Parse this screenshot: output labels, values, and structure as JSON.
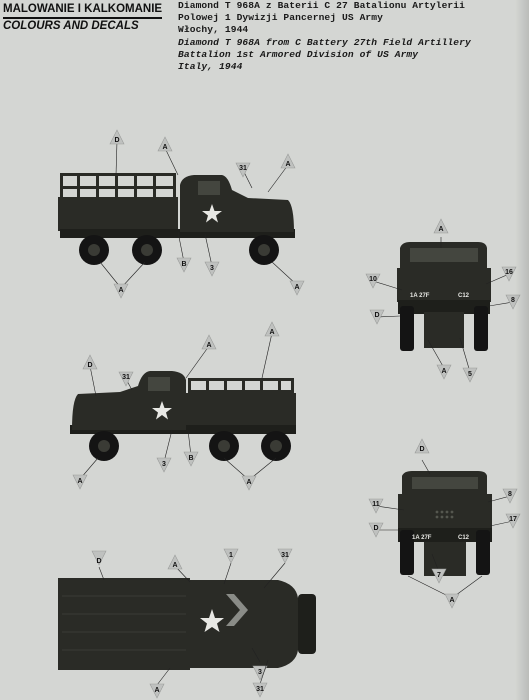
{
  "header": {
    "title_pl": "MALOWANIE I KALKOMANIE",
    "title_en": "COLOURS AND DECALS"
  },
  "caption": {
    "pl": [
      "Diamond T 968A z Baterii C 27 Batalionu Artylerii",
      "Polowej 1 Dywizji Pancernej US Army",
      "Włochy, 1944"
    ],
    "en": [
      "Diamond T 968A from C Battery 27th Field Artillery",
      "Battalion 1st Armored Division of US Army",
      "Italy, 1944"
    ]
  },
  "markings": {
    "side_right": {
      "A1": "A",
      "A2": "A",
      "A3": "A",
      "B": "B",
      "D": "D",
      "n31": "31",
      "n3": "3"
    },
    "side_left": {
      "A1": "A",
      "A2": "A",
      "A3": "A",
      "A4": "A",
      "B": "B",
      "D": "D",
      "n31": "31",
      "n3": "3"
    },
    "front_1": {
      "A_top": "A",
      "n10": "10",
      "n16": "16",
      "n8": "8",
      "D": "D",
      "A_bot": "A",
      "n5": "5",
      "plate_left": "1A 27F",
      "plate_right": "C12"
    },
    "front_2": {
      "D": "D",
      "n11": "11",
      "n8": "8",
      "D2": "D",
      "n17": "17",
      "n7": "7",
      "A": "A",
      "plate_left": "1A 27F",
      "plate_right": "C12"
    },
    "top": {
      "D": "D",
      "A1": "A",
      "n1": "1",
      "n31a": "31",
      "A2": "A",
      "n3": "3",
      "n31b": "31"
    }
  },
  "colors": {
    "olive_drab": "#2a2b26",
    "callout": "#bfc1bf",
    "background": "#d4d6d3"
  }
}
